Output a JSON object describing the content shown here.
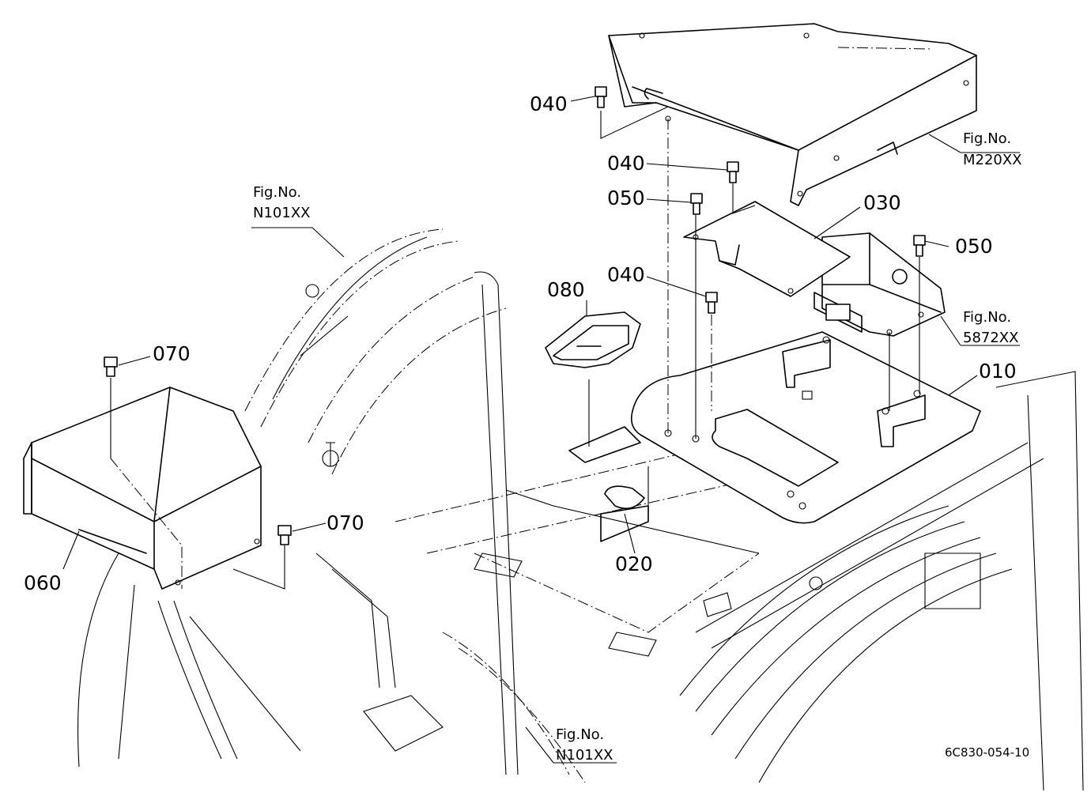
{
  "callouts": {
    "c010": "010",
    "c020": "020",
    "c030": "030",
    "c040_top": "040",
    "c040_mid": "040",
    "c040_low": "040",
    "c050_left": "050",
    "c050_right": "050",
    "c060": "060",
    "c070_top": "070",
    "c070_low": "070",
    "c080": "080"
  },
  "fig_refs": {
    "m220": {
      "prefix": "Fig.No.",
      "number": "M220XX"
    },
    "r5872": {
      "prefix": "Fig.No.",
      "number": "5872XX"
    },
    "n101_top": {
      "prefix": "Fig.No.",
      "number": "N101XX"
    },
    "n101_bottom": {
      "prefix": "Fig.No.",
      "number": "N101XX"
    }
  },
  "drawing_code": "6C830-054-10"
}
